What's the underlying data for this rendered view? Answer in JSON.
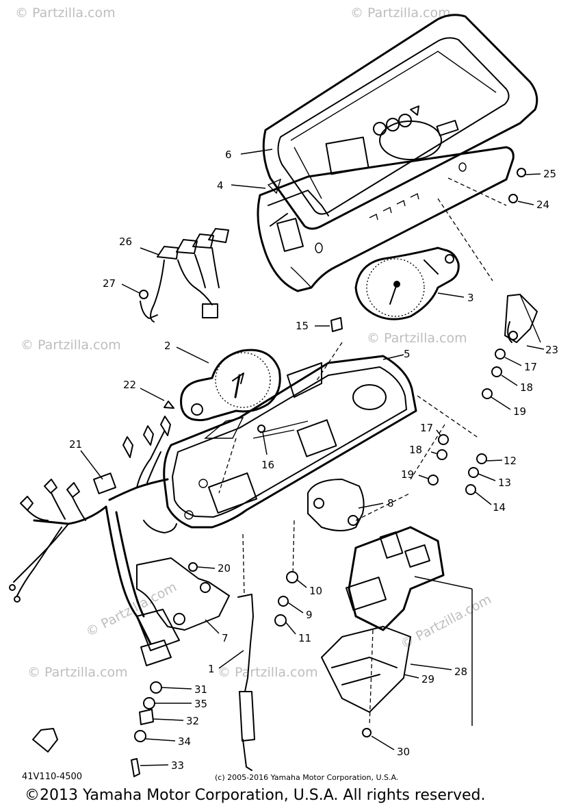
{
  "watermarks": {
    "top_left": "© Partzilla.com",
    "top_right": "© Partzilla.com",
    "mid_left": "© Partzilla.com",
    "center": "© Partzilla.com",
    "left_lower": "© Partzilla.com",
    "lower_left": "© Partzilla.com",
    "lower_center": "© Partzilla.com",
    "lower_right": "© Partzilla.com"
  },
  "callouts": {
    "p1": "1",
    "p2": "2",
    "p3": "3",
    "p4": "4",
    "p5": "5",
    "p6": "6",
    "p7": "7",
    "p8": "8",
    "p9": "9",
    "p10": "10",
    "p11": "11",
    "p12": "12",
    "p13": "13",
    "p14": "14",
    "p15": "15",
    "p16": "16",
    "p17a": "17",
    "p17b": "17",
    "p18a": "18",
    "p18b": "18",
    "p19a": "19",
    "p19b": "19",
    "p20": "20",
    "p21": "21",
    "p22": "22",
    "p23": "23",
    "p24": "24",
    "p25": "25",
    "p26": "26",
    "p27": "27",
    "p28": "28",
    "p29": "29",
    "p30": "30",
    "p31": "31",
    "p32": "32",
    "p33": "33",
    "p34": "34",
    "p35": "35"
  },
  "part_code": "41V110-4500",
  "small_copyright": "(c) 2005-2016 Yamaha Motor Corporation, U.S.A.",
  "footer_copyright": "©2013 Yamaha Motor Corporation, U.S.A. All rights reserved."
}
